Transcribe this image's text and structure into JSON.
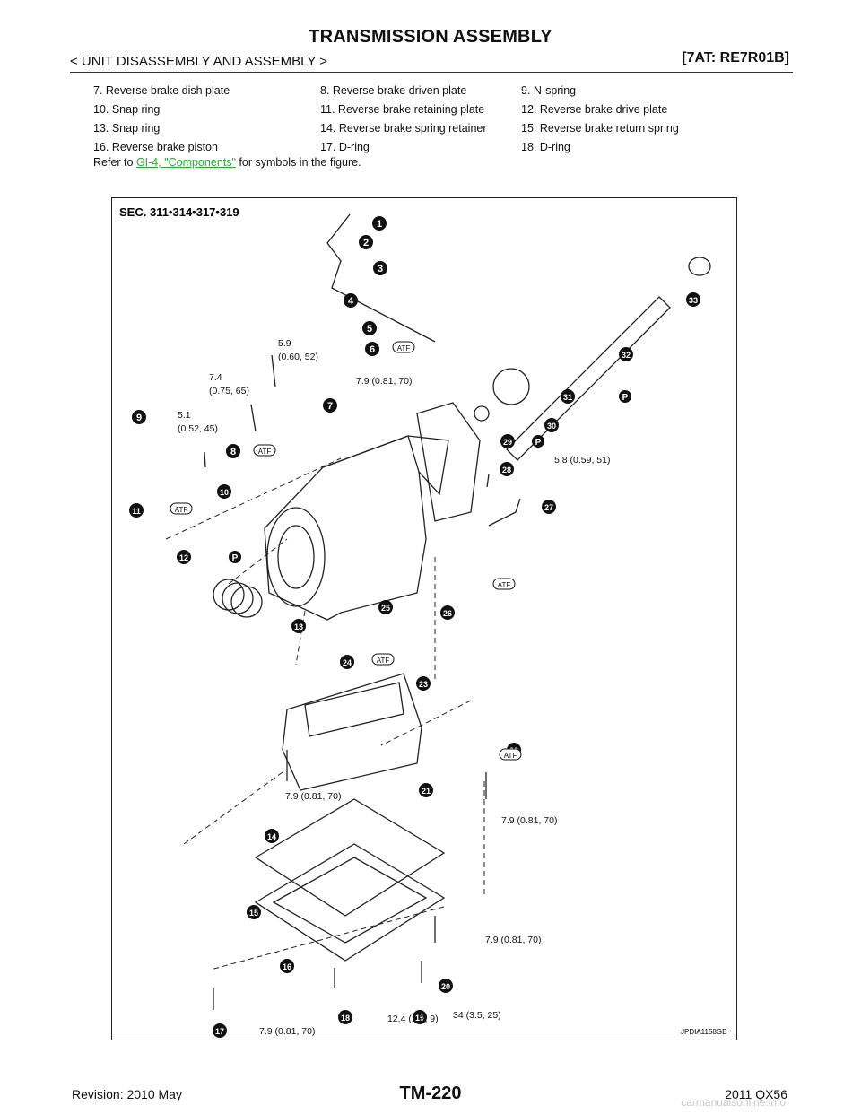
{
  "header": {
    "title": "TRANSMISSION ASSEMBLY",
    "section": "< UNIT DISASSEMBLY AND ASSEMBLY >",
    "model_code": "[7AT: RE7R01B]"
  },
  "legend": [
    [
      "7.  Reverse brake dish plate",
      "8.  Reverse brake driven plate",
      "9.  N-spring"
    ],
    [
      "10.  Snap ring",
      "11.  Reverse brake retaining plate",
      "12.  Reverse brake drive plate"
    ],
    [
      "13.  Snap ring",
      "14.  Reverse brake spring retainer",
      "15.  Reverse brake return spring"
    ],
    [
      "16.  Reverse brake piston",
      "17.  D-ring",
      "18.  D-ring"
    ]
  ],
  "refer": {
    "prefix": "Refer to ",
    "link": "GI-4, \"Components\"",
    "suffix": " for symbols in the figure."
  },
  "figure": {
    "sec": "SEC. 311•314•317•319",
    "code": "JPDIA1158GB",
    "callouts": [
      "1",
      "2",
      "3",
      "4",
      "5",
      "6",
      "7",
      "8",
      "9",
      "10",
      "11",
      "12",
      "13",
      "14",
      "15",
      "16",
      "17",
      "18",
      "19",
      "20",
      "21",
      "22",
      "23",
      "24",
      "25",
      "26",
      "27",
      "28",
      "29",
      "30",
      "31",
      "32",
      "33"
    ],
    "torques": [
      "5.9",
      "(0.60, 52)",
      "7.4",
      "(0.75, 65)",
      "5.1",
      "(0.52, 45)",
      "7.9 (0.81, 70)",
      "5.8 (0.59, 51)",
      "34 (3.5, 25)",
      "12.4 (1.3, 9)"
    ],
    "atf": "ATF",
    "p": "P"
  },
  "footer": {
    "page": "TM-220",
    "revision": "Revision: 2010 May",
    "model": "2011 QX56",
    "watermark": "carmanualsonline.info"
  }
}
